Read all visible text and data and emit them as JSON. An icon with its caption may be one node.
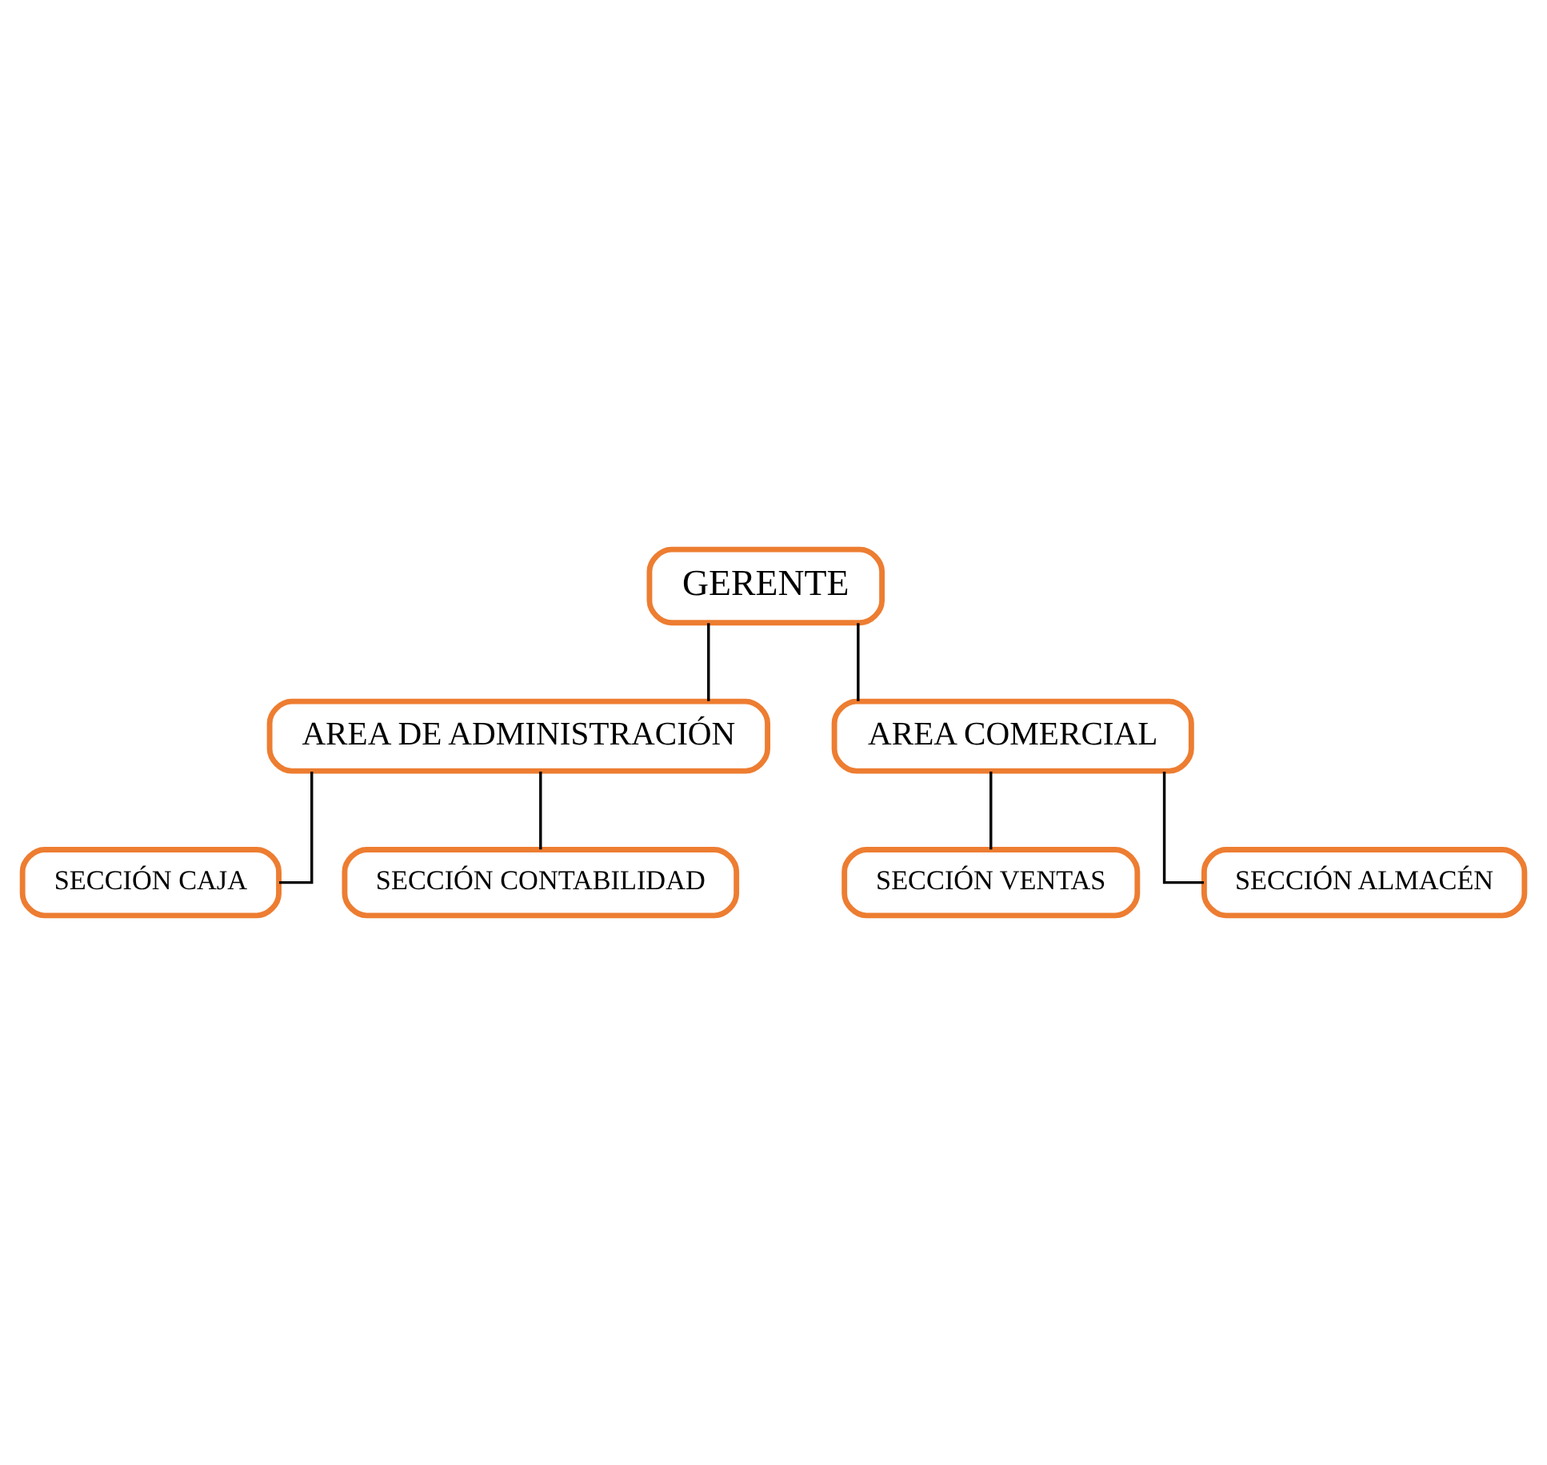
{
  "diagram": {
    "nodes": [
      {
        "text": [
          "GERENTE"
        ]
      },
      {
        "text": [
          "AREA DE ADMINISTRACIÓN"
        ]
      },
      {
        "text": [
          "SECCIÓN CAJA"
        ]
      },
      {
        "text": [
          "SECCIÓN CONTABILIDAD"
        ]
      },
      {
        "text": [
          "AREA COMERCIAL"
        ]
      },
      {
        "text": [
          "SECCIÓN VENTAS"
        ]
      },
      {
        "text": [
          "SECCIÓN ALMACÉN"
        ]
      }
    ],
    "edges": [
      {
        "from": 0,
        "to": 1,
        "arrow": "none"
      },
      {
        "from": 0,
        "to": 4,
        "arrow": "none"
      },
      {
        "from": 1,
        "to": 2,
        "arrow": "none"
      },
      {
        "from": 1,
        "to": 3,
        "arrow": "none"
      },
      {
        "from": 4,
        "to": 5,
        "arrow": "none"
      },
      {
        "from": 4,
        "to": 6,
        "arrow": "none"
      }
    ]
  }
}
